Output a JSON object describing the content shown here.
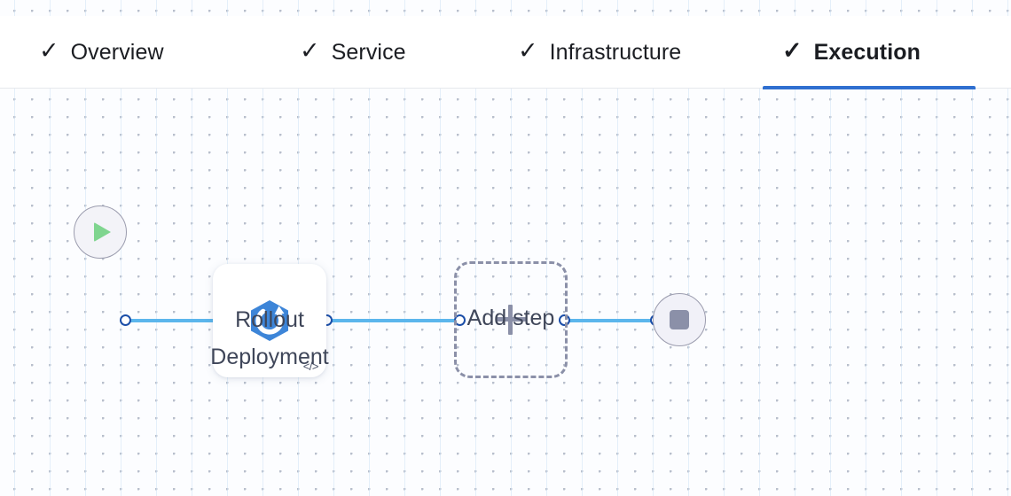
{
  "tabs": [
    {
      "label": "Overview",
      "icon": "check-icon",
      "checked": true,
      "active": false
    },
    {
      "label": "Service",
      "icon": "check-icon",
      "checked": true,
      "active": false
    },
    {
      "label": "Infrastructure",
      "icon": "check-icon",
      "checked": true,
      "active": false
    },
    {
      "label": "Execution",
      "icon": "check-icon",
      "checked": true,
      "active": true
    }
  ],
  "check_glyph": "✓",
  "flow": {
    "start_node": {
      "icon": "play-icon",
      "label": ""
    },
    "step_node": {
      "label": "Rollout\nDeployment",
      "icon": "rollout-deployment-icon",
      "badge_icon": "code-icon",
      "badge_glyph": "</>"
    },
    "add_node": {
      "label": "Add step",
      "icon": "plus-icon"
    },
    "end_node": {
      "icon": "stop-icon",
      "label": ""
    },
    "edges": [
      {
        "from": "start-node",
        "to": "step-node"
      },
      {
        "from": "step-node",
        "to": "add-node"
      },
      {
        "from": "add-node",
        "to": "end-node"
      }
    ]
  },
  "colors": {
    "accent_blue": "#2f6fd0",
    "edge_blue": "#5cb6ec",
    "handle_blue": "#1b4ea8",
    "node_icon_blue": "#3d85d8",
    "play_green": "#7fd58f",
    "muted_purple": "#8b90a8",
    "label_text": "#3f4659",
    "tab_text": "#1b1d22",
    "canvas_bg": "#fcfdff",
    "grid_dot": "#b8bfcc"
  }
}
